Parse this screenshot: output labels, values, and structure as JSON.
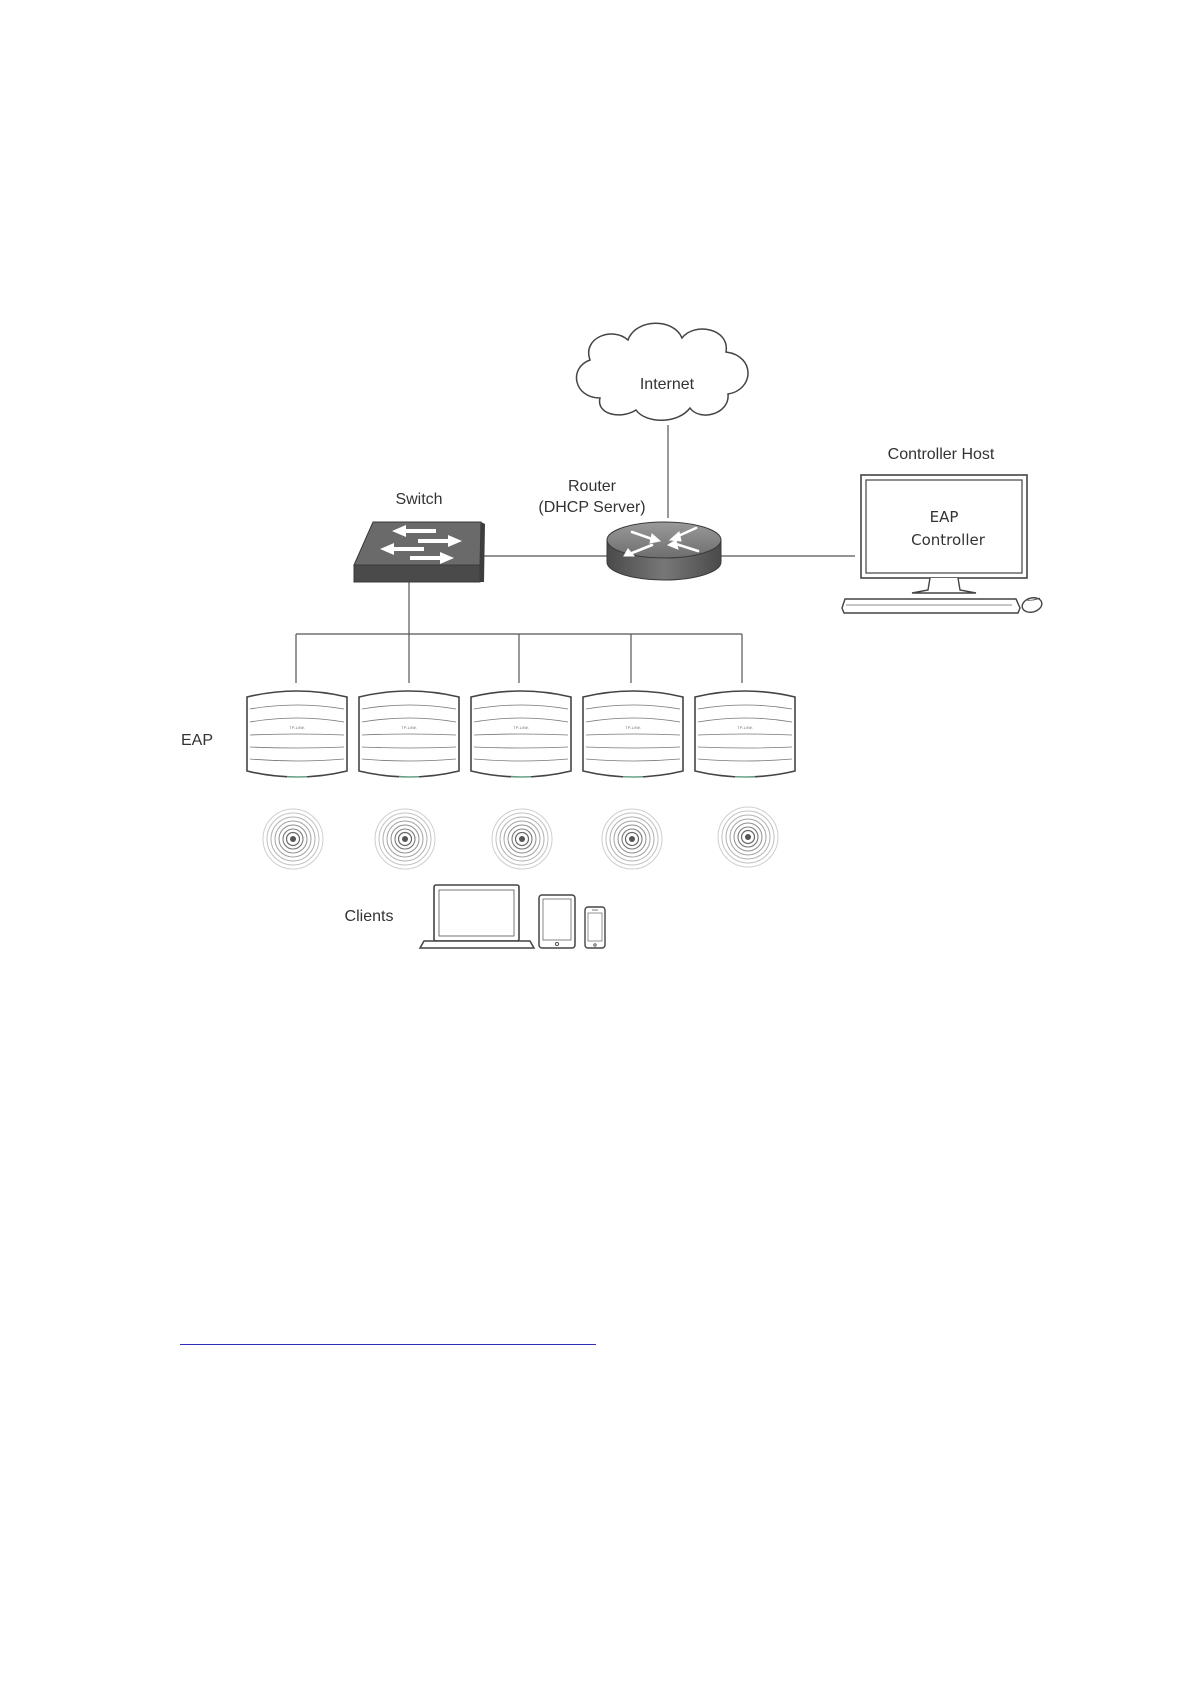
{
  "diagram": {
    "labels": {
      "internet": "Internet",
      "router_line1": "Router",
      "router_line2": "(DHCP Server)",
      "switch": "Switch",
      "controller_host": "Controller Host",
      "screen_line1": "EAP",
      "screen_line2": "Controller",
      "eap": "EAP",
      "clients": "Clients"
    },
    "eap_brand": "TP-LINK",
    "eap_count": 5,
    "icons": [
      "cloud-icon",
      "router-icon",
      "switch-icon",
      "monitor-icon",
      "keyboard-icon",
      "mouse-icon",
      "access-point-icon",
      "wifi-signal-icon",
      "laptop-icon",
      "tablet-icon",
      "smartphone-icon"
    ]
  },
  "footer": {
    "link_text": ""
  },
  "colors": {
    "link": "#2d2db8",
    "device_dark": "#5a5a5a",
    "line": "#555555"
  }
}
